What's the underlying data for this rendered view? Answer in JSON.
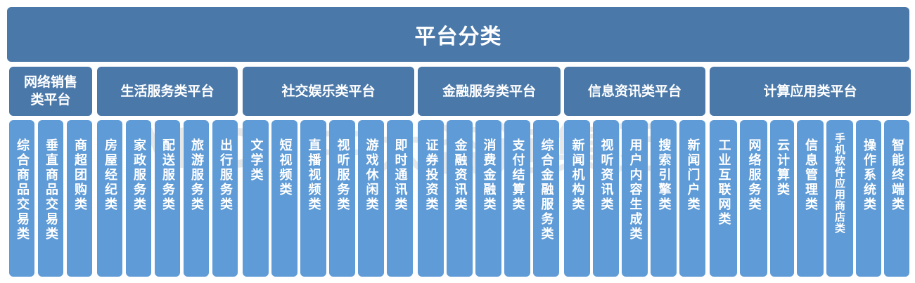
{
  "title": "平台分类",
  "categories": [
    {
      "label": "网络销售类平台",
      "lines": [
        "网络销售",
        "类平台"
      ],
      "items": [
        "综合商品交易类",
        "垂直商品交易类",
        "商超团购类"
      ]
    },
    {
      "label": "生活服务类平台",
      "items": [
        "房屋经纪类",
        "家政服务类",
        "配送服务类",
        "旅游服务类",
        "出行服务类"
      ]
    },
    {
      "label": "社交娱乐类平台",
      "items": [
        "文学类",
        "短视频类",
        "直播视频类",
        "视听服务类",
        "游戏休闲类",
        "即时通讯类"
      ]
    },
    {
      "label": "金融服务类平台",
      "items": [
        "证券投资类",
        "金融资讯类",
        "消费金融类",
        "支付结算类",
        "综合金融服务类"
      ]
    },
    {
      "label": "信息资讯类平台",
      "items": [
        "新闻机构类",
        "视听资讯类",
        "用户内容生成类",
        "搜索引擎类",
        "新闻门户类"
      ]
    },
    {
      "label": "计算应用类平台",
      "items": [
        "工业互联网类",
        "网络服务类",
        "云计算类",
        "信息管理类",
        "手机软件应用商店类",
        "操作系统类",
        "智能终端类"
      ]
    }
  ],
  "watermark": "MIDI 中大咨询集团",
  "colors": {
    "header": "#4a78a9",
    "leaf": "#5f9bd6",
    "text": "#ffffff"
  }
}
